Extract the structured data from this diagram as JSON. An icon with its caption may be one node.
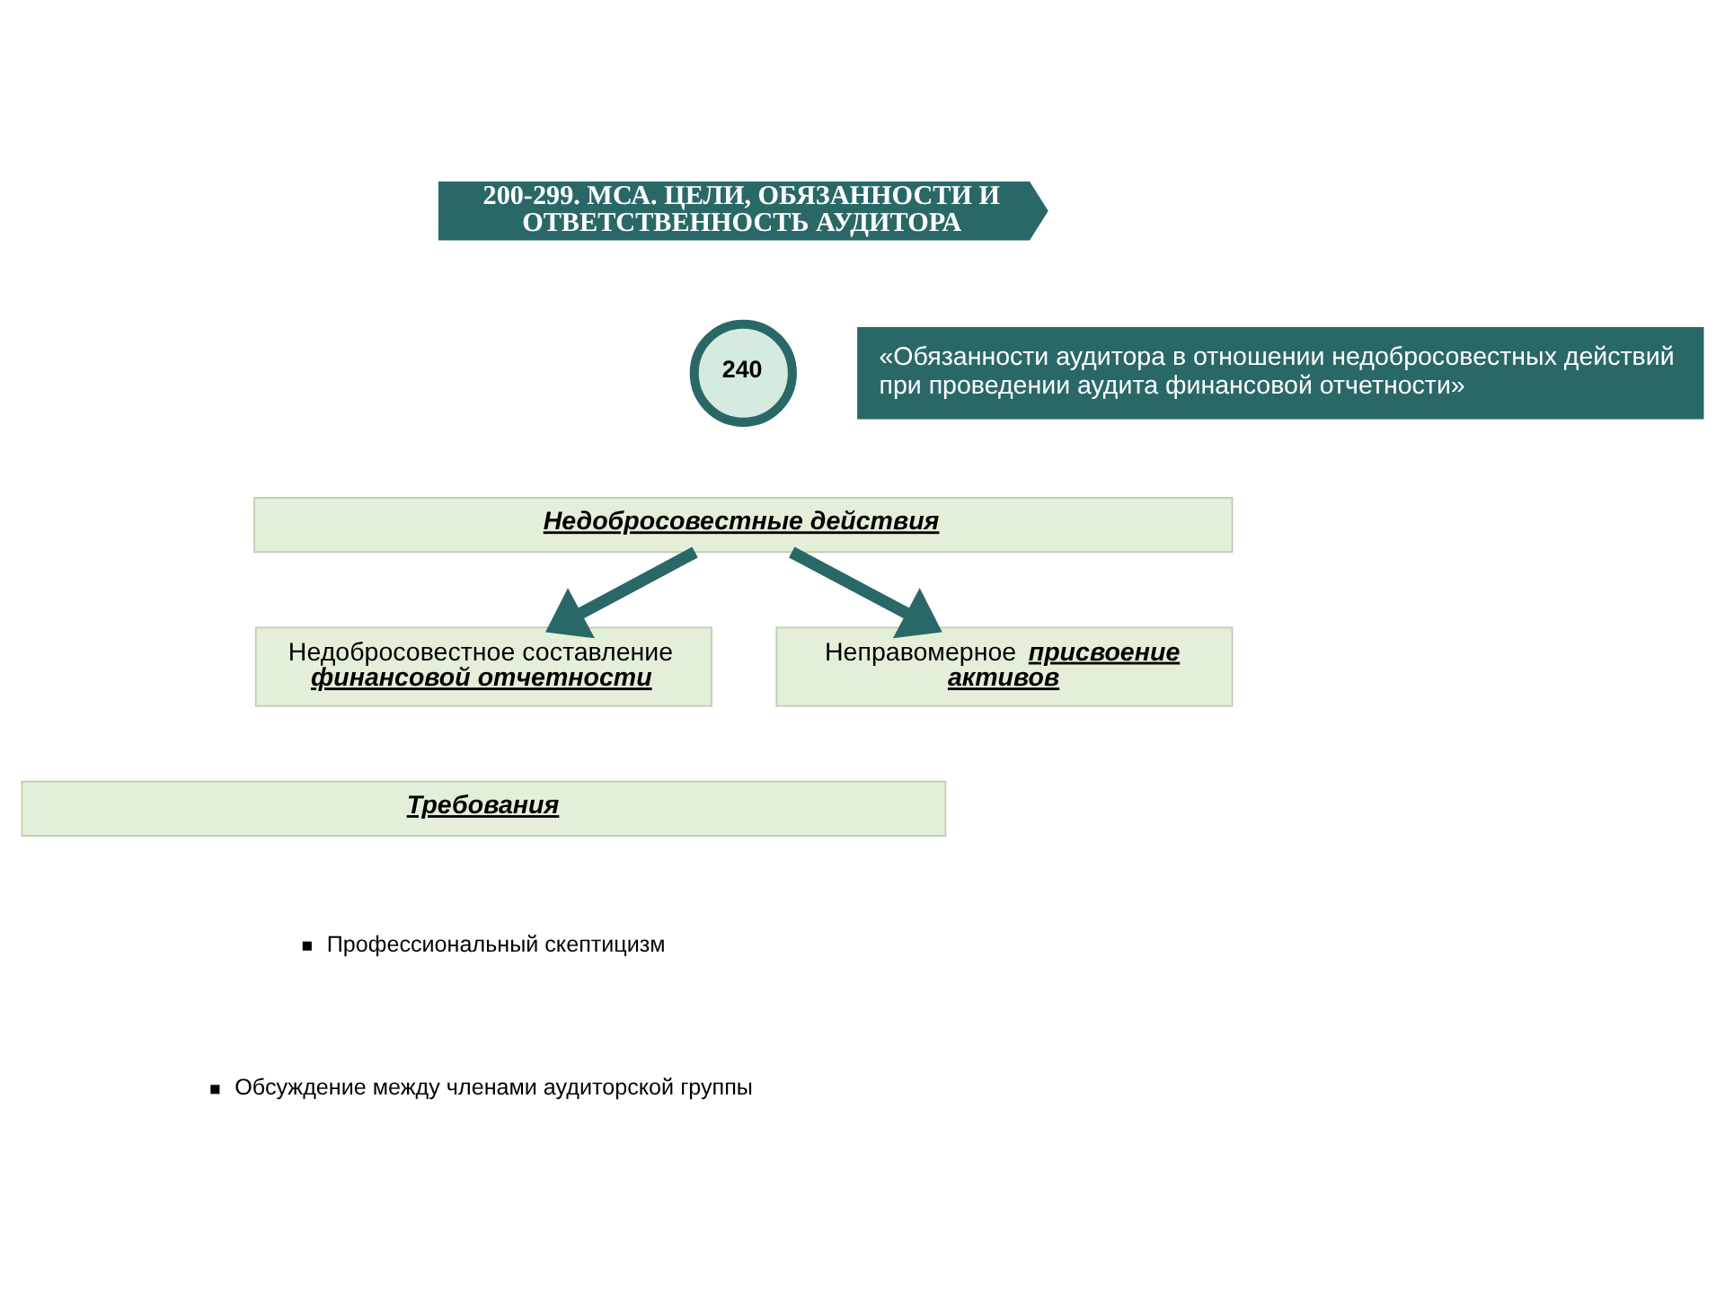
{
  "diagram": {
    "nodes": [
      {
        "text": [
          "200-299. МСА. ЦЕЛИ, ОБЯЗАННОСТИ И ОТВЕТСТВЕННОСТЬ АУДИТОРА"
        ]
      },
      {
        "text": [
          "240"
        ]
      },
      {
        "text": [
          "«Обязанности аудитора в отношении недобросовестных действий при проведении аудита финансовой отчетности»"
        ]
      },
      {
        "text": [
          "Недобросовестные действия"
        ]
      },
      {
        "text": [
          "Недобросовестное составление **финансовой отчетности**"
        ]
      },
      {
        "text": [
          "Неправомерное **присвоение активов**"
        ]
      },
      {
        "text": [
          "Требования"
        ]
      }
    ],
    "edges": [
      {
        "from": 3,
        "to": 4,
        "arrow": "to"
      },
      {
        "from": 3,
        "to": 5,
        "arrow": "to"
      }
    ],
    "labels": [
      "Профессиональный скептицизм",
      "Обсуждение между членами аудиторской группы"
    ]
  }
}
